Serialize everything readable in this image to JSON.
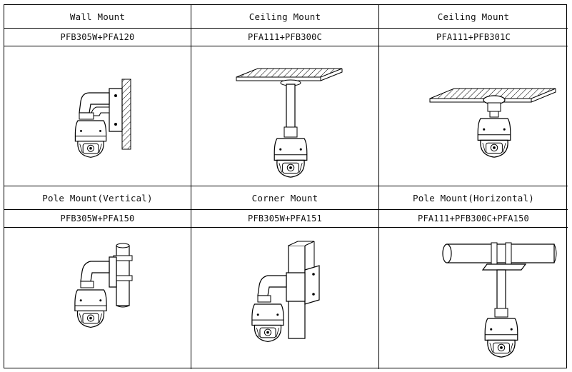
{
  "mounts": [
    {
      "title": "Wall Mount",
      "model": "PFB305W+PFA120",
      "illustration": "wall-mount-camera-icon"
    },
    {
      "title": "Ceiling Mount",
      "model": "PFA111+PFB300C",
      "illustration": "ceiling-pendant-mount-camera-icon"
    },
    {
      "title": "Ceiling Mount",
      "model": "PFA111+PFB301C",
      "illustration": "ceiling-flush-mount-camera-icon"
    },
    {
      "title": "Pole Mount(Vertical)",
      "model": "PFB305W+PFA150",
      "illustration": "vertical-pole-mount-camera-icon"
    },
    {
      "title": "Corner Mount",
      "model": "PFB305W+PFA151",
      "illustration": "corner-mount-camera-icon"
    },
    {
      "title": "Pole Mount(Horizontal)",
      "model": "PFA111+PFB300C+PFA150",
      "illustration": "horizontal-pole-mount-camera-icon"
    }
  ]
}
